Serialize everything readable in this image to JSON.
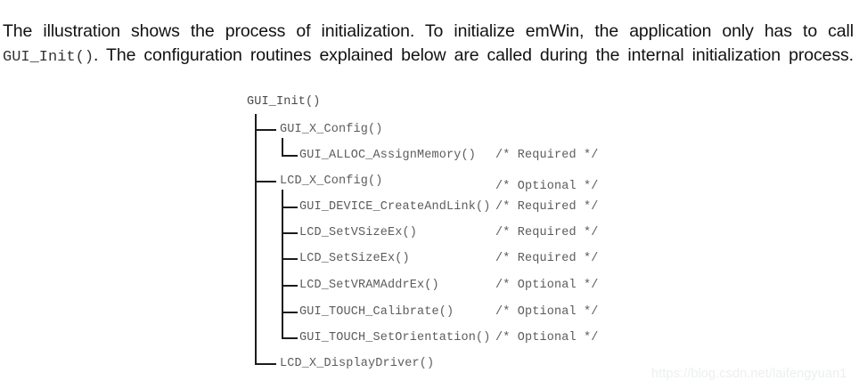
{
  "intro": {
    "part1": "The illustration shows the process of initialization. To initialize emWin, the application only has to call ",
    "code": "GUI_Init()",
    "part2": ". The configuration routines explained below are called during the internal initialization process."
  },
  "tree": {
    "root": {
      "label": "GUI_Init()",
      "comment": ""
    },
    "nodes": [
      {
        "label": "GUI_X_Config()",
        "comment": "",
        "level": 1
      },
      {
        "label": "GUI_ALLOC_AssignMemory()",
        "comment": "/* Required */",
        "level": 2
      },
      {
        "label": "LCD_X_Config()",
        "comment": "/* Optional */",
        "level": 1
      },
      {
        "label": "GUI_DEVICE_CreateAndLink()",
        "comment": "/* Required */",
        "level": 2
      },
      {
        "label": "LCD_SetVSizeEx()",
        "comment": "/* Required */",
        "level": 2
      },
      {
        "label": "LCD_SetSizeEx()",
        "comment": "/* Required */",
        "level": 2
      },
      {
        "label": "LCD_SetVRAMAddrEx()",
        "comment": "/* Optional */",
        "level": 2
      },
      {
        "label": "GUI_TOUCH_Calibrate()",
        "comment": "/* Optional */",
        "level": 2
      },
      {
        "label": "GUI_TOUCH_SetOrientation()",
        "comment": "/* Optional */",
        "level": 2
      },
      {
        "label": "LCD_X_DisplayDriver()",
        "comment": "",
        "level": 1
      }
    ]
  },
  "watermark": {
    "text": "https://blog.csdn.net/laifengyuan1"
  },
  "colors": {
    "text": "#121212",
    "code": "#5c5c5c",
    "line": "#1c1c1c",
    "watermark": "#eceff1",
    "background": "#ffffff"
  }
}
